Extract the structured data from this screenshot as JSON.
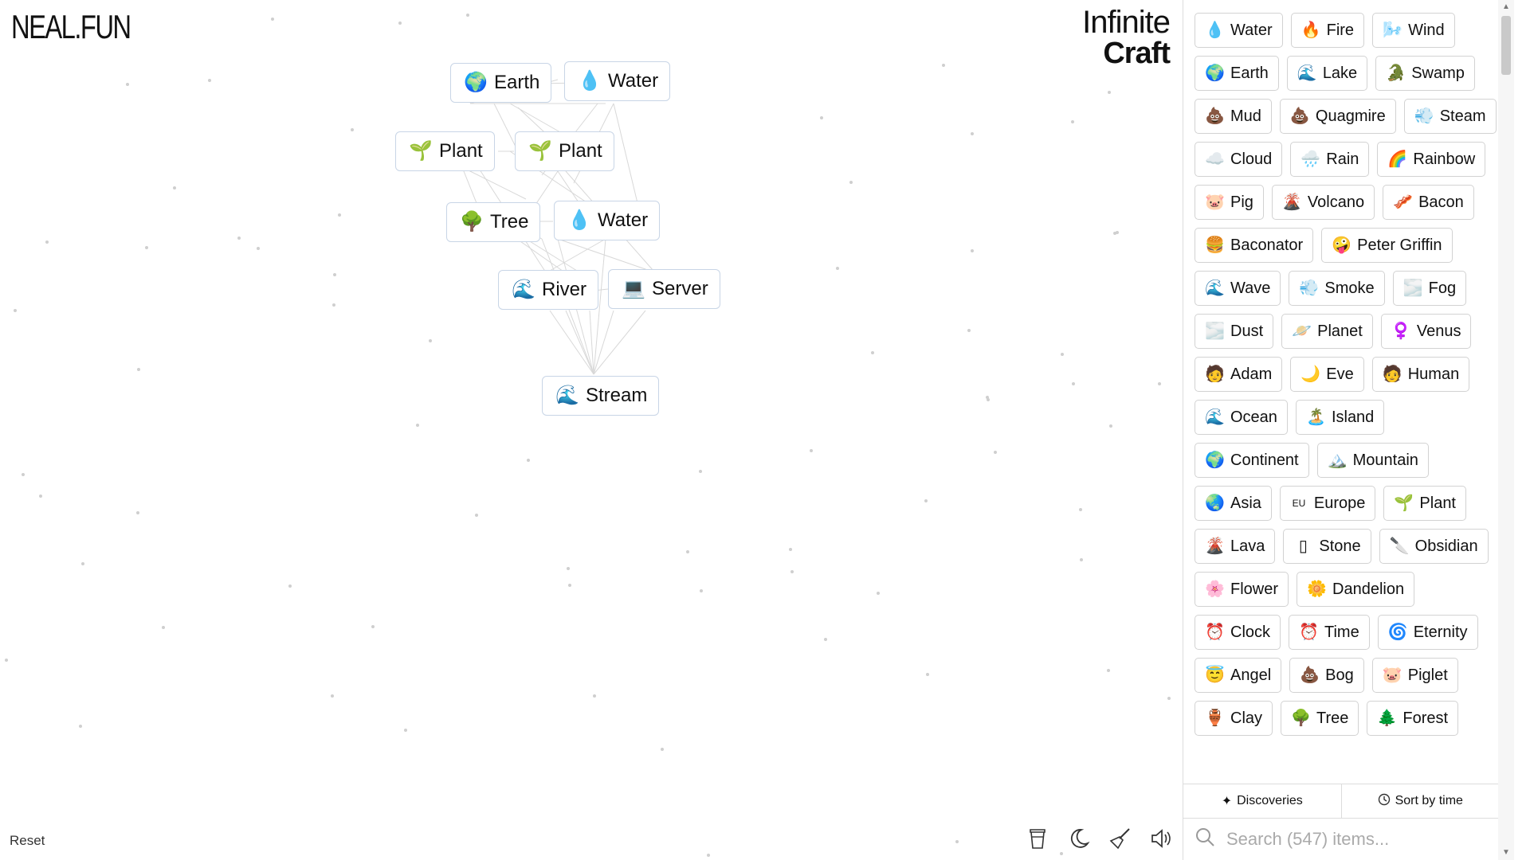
{
  "logo": "NEAL.FUN",
  "brand": {
    "line1": "Infinite",
    "line2": "Craft"
  },
  "canvas_items": [
    {
      "label": "Earth",
      "icon": "🌍"
    },
    {
      "label": "Water",
      "icon": "💧"
    },
    {
      "label": "Plant",
      "icon": "🌱"
    },
    {
      "label": "Plant",
      "icon": "🌱"
    },
    {
      "label": "Tree",
      "icon": "🌳"
    },
    {
      "label": "Water",
      "icon": "💧"
    },
    {
      "label": "River",
      "icon": "🌊"
    },
    {
      "label": "Server",
      "icon": "💻"
    },
    {
      "label": "Stream",
      "icon": "🌊"
    }
  ],
  "reset_label": "Reset",
  "tools": [
    {
      "name": "coffee-cup-icon"
    },
    {
      "name": "moon-icon"
    },
    {
      "name": "broom-icon"
    },
    {
      "name": "sound-icon"
    }
  ],
  "sidebar": {
    "items": [
      {
        "label": "Water",
        "icon": "💧"
      },
      {
        "label": "Fire",
        "icon": "🔥"
      },
      {
        "label": "Wind",
        "icon": "🌬️"
      },
      {
        "label": "Earth",
        "icon": "🌍"
      },
      {
        "label": "Lake",
        "icon": "🌊"
      },
      {
        "label": "Swamp",
        "icon": "🐊"
      },
      {
        "label": "Mud",
        "icon": "💩"
      },
      {
        "label": "Quagmire",
        "icon": "💩"
      },
      {
        "label": "Steam",
        "icon": "💨"
      },
      {
        "label": "Cloud",
        "icon": "☁️"
      },
      {
        "label": "Rain",
        "icon": "🌧️"
      },
      {
        "label": "Rainbow",
        "icon": "🌈"
      },
      {
        "label": "Pig",
        "icon": "🐷"
      },
      {
        "label": "Volcano",
        "icon": "🌋"
      },
      {
        "label": "Bacon",
        "icon": "🥓"
      },
      {
        "label": "Baconator",
        "icon": "🍔"
      },
      {
        "label": "Peter Griffin",
        "icon": "🤪"
      },
      {
        "label": "Wave",
        "icon": "🌊"
      },
      {
        "label": "Smoke",
        "icon": "💨"
      },
      {
        "label": "Fog",
        "icon": "🌫️"
      },
      {
        "label": "Dust",
        "icon": "🌫️"
      },
      {
        "label": "Planet",
        "icon": "🪐"
      },
      {
        "label": "Venus",
        "icon": "♀️"
      },
      {
        "label": "Adam",
        "icon": "🧑"
      },
      {
        "label": "Eve",
        "icon": "🌙"
      },
      {
        "label": "Human",
        "icon": "🧑"
      },
      {
        "label": "Ocean",
        "icon": "🌊"
      },
      {
        "label": "Island",
        "icon": "🏝️"
      },
      {
        "label": "Continent",
        "icon": "🌍"
      },
      {
        "label": "Mountain",
        "icon": "🏔️"
      },
      {
        "label": "Asia",
        "icon": "🌏"
      },
      {
        "label": "Europe",
        "icon": "EU"
      },
      {
        "label": "Plant",
        "icon": "🌱"
      },
      {
        "label": "Lava",
        "icon": "🌋"
      },
      {
        "label": "Stone",
        "icon": "▯"
      },
      {
        "label": "Obsidian",
        "icon": "🔪"
      },
      {
        "label": "Flower",
        "icon": "🌸"
      },
      {
        "label": "Dandelion",
        "icon": "🌼"
      },
      {
        "label": "Clock",
        "icon": "⏰"
      },
      {
        "label": "Time",
        "icon": "⏰"
      },
      {
        "label": "Eternity",
        "icon": "🌀"
      },
      {
        "label": "Angel",
        "icon": "😇"
      },
      {
        "label": "Bog",
        "icon": "💩"
      },
      {
        "label": "Piglet",
        "icon": "🐷"
      },
      {
        "label": "Clay",
        "icon": "🏺"
      },
      {
        "label": "Tree",
        "icon": "🌳"
      },
      {
        "label": "Forest",
        "icon": "🌲"
      }
    ],
    "tab_discoveries": "Discoveries",
    "tab_sort": "Sort by time",
    "search_placeholder": "Search (547) items..."
  }
}
